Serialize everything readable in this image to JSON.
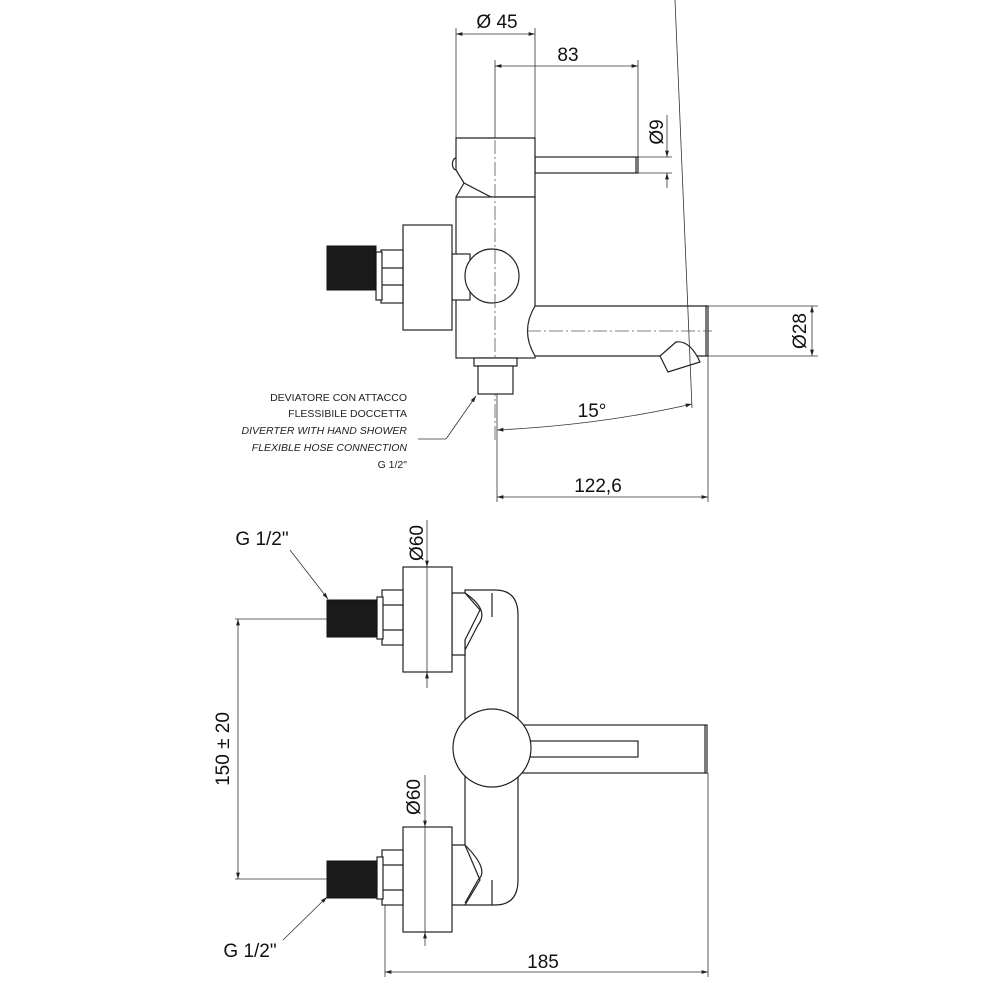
{
  "side_view": {
    "dim_body_diameter": "Ø 45",
    "dim_lever_length": "83",
    "dim_lever_diameter": "Ø9",
    "dim_spout_diameter": "Ø28",
    "dim_angle": "15°",
    "dim_spout_length": "122,6",
    "note_lines": [
      "DEVIATORE CON ATTACCO",
      "FLESSIBILE DOCCETTA",
      "DIVERTER WITH HAND SHOWER",
      "FLEXIBLE HOSE CONNECTION",
      "G 1/2\""
    ]
  },
  "top_view": {
    "thread_label_top": "G 1/2\"",
    "thread_label_bottom": "G 1/2\"",
    "dim_disc_top": "Ø60",
    "dim_disc_bottom": "Ø60",
    "dim_center_distance": "150 ± 20",
    "dim_total_width": "185"
  }
}
